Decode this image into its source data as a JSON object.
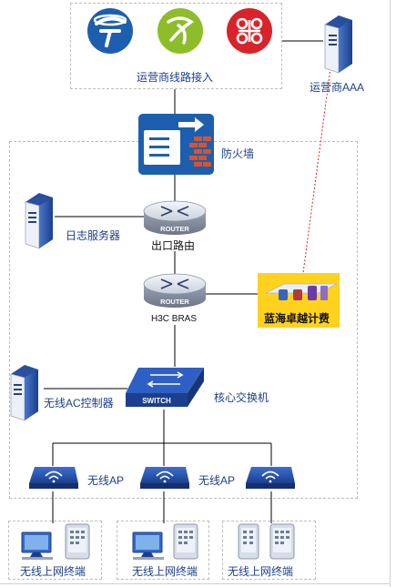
{
  "carrier_box": {
    "label": "运营商线路接入",
    "carriers": [
      {
        "name": "china-telecom-logo",
        "color": "#1d5fae"
      },
      {
        "name": "china-mobile-logo",
        "color": "#8dbd2b"
      },
      {
        "name": "china-unicom-logo",
        "color": "#d8232a"
      }
    ]
  },
  "nodes": {
    "aaa": "运营商AAA",
    "firewall": "防火墙",
    "log_server": "日志服务器",
    "exit_router": "出口路由",
    "exit_router_tag": "ROUTER",
    "bras": "H3C BRAS",
    "bras_tag": "ROUTER",
    "billing": "蓝海卓越计费",
    "ac_controller": "无线AC控制器",
    "core_switch": "核心交换机",
    "core_switch_tag": "SWITCH",
    "ap_label_1": "无线AP",
    "ap_label_2": "无线AP"
  },
  "terminals": [
    "无线上网终端",
    "无线上网终端",
    "无线上网终端"
  ],
  "colors": {
    "device_blue": "#1d5fae",
    "label_blue": "#1c3f8c",
    "line": "#000000",
    "dotted_link": "#e02020",
    "billing_bg": "#ffd21e"
  }
}
